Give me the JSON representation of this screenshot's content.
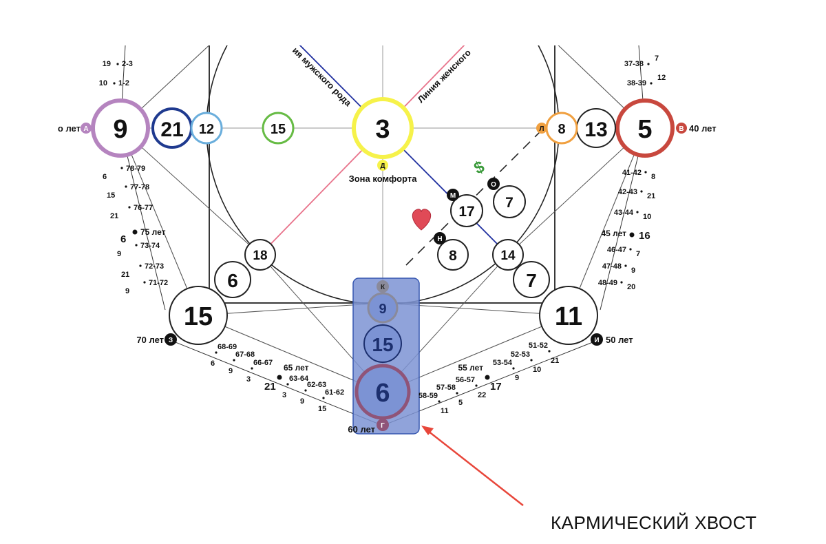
{
  "caption": "КАРМИЧЕСКИЙ ХВОСТ",
  "colors": {
    "purple": "#b584bf",
    "navy": "#1f3a8f",
    "light_blue": "#6aaedc",
    "green": "#66bb44",
    "yellow": "#f6f24a",
    "orange": "#f0a040",
    "red": "#c8483e",
    "mauve": "#8f5478",
    "grey_ring": "#8a8a9a",
    "pink_line": "#e8738b",
    "blue_line": "#1f2f9f",
    "highlight_fill": "#7c93d4",
    "highlight_stroke": "#3556b0",
    "arrow": "#e8463a"
  },
  "diagonal_labels": {
    "male": "ия мужского рода",
    "female": "Линия женского"
  },
  "comfort_zone": "Зона комфорта",
  "circles": {
    "a_main": "9",
    "a_2": "21",
    "a_3": "12",
    "a_4": "15",
    "center": "3",
    "b_main": "5",
    "b_2": "13",
    "b_3": "8",
    "left_low": "15",
    "left_low_2": "6",
    "left_low_3": "18",
    "right_low": "11",
    "right_low_2": "7",
    "right_low_3": "14",
    "inner_17": "17",
    "inner_8": "8",
    "inner_7": "7",
    "bottom_1": "9",
    "bottom_2": "15",
    "bottom_3": "6"
  },
  "markers": {
    "a": "А",
    "b": "В",
    "g": "Г",
    "d": "Д",
    "z": "З",
    "i": "И",
    "k": "К",
    "l": "Л",
    "m": "М",
    "n": "Н",
    "o": "О"
  },
  "ages": {
    "a": "о лет",
    "b": "40 лет",
    "z": "70 лет",
    "i": "50 лет",
    "g": "60 лет",
    "age_75": "75 лет",
    "age_45": "45 лет",
    "age_65": "65 лет",
    "age_55": "55 лет"
  },
  "upper_left_ticks": [
    {
      "num": "19",
      "range": "2-3"
    },
    {
      "num": "10",
      "range": "1-2"
    }
  ],
  "left_ticks": [
    {
      "range": "78-79",
      "num": "6"
    },
    {
      "range": "77-78",
      "num": "15"
    },
    {
      "range": "76-77",
      "num": "21"
    },
    {
      "range": "73-74",
      "num": "9"
    },
    {
      "range": "72-73",
      "num": "21"
    },
    {
      "range": "71-72",
      "num": "9"
    }
  ],
  "left_big": "6",
  "upper_right_ticks": [
    {
      "range": "37-38",
      "num": "7"
    },
    {
      "range": "38-39",
      "num": "12"
    }
  ],
  "right_ticks": [
    {
      "range": "41-42",
      "num": "8"
    },
    {
      "range": "42-43",
      "num": "21"
    },
    {
      "range": "43-44",
      "num": "10"
    },
    {
      "range": "46-47",
      "num": "7"
    },
    {
      "range": "47-48",
      "num": "9"
    },
    {
      "range": "48-49",
      "num": "20"
    }
  ],
  "right_big": "16",
  "bottom_left_ticks": [
    {
      "range": "68-69",
      "num": "6"
    },
    {
      "range": "67-68",
      "num": "9"
    },
    {
      "range": "66-67",
      "num": "3"
    },
    {
      "range": "63-64",
      "num": "3"
    },
    {
      "range": "62-63",
      "num": "9"
    },
    {
      "range": "61-62",
      "num": "15"
    }
  ],
  "bottom_left_big": "21",
  "bottom_right_ticks": [
    {
      "range": "51-52",
      "num": "21"
    },
    {
      "range": "52-53",
      "num": "10"
    },
    {
      "range": "53-54",
      "num": "9"
    },
    {
      "range": "56-57",
      "num": "22"
    },
    {
      "range": "57-58",
      "num": "5"
    },
    {
      "range": "58-59",
      "num": "11"
    }
  ],
  "bottom_right_big": "17"
}
